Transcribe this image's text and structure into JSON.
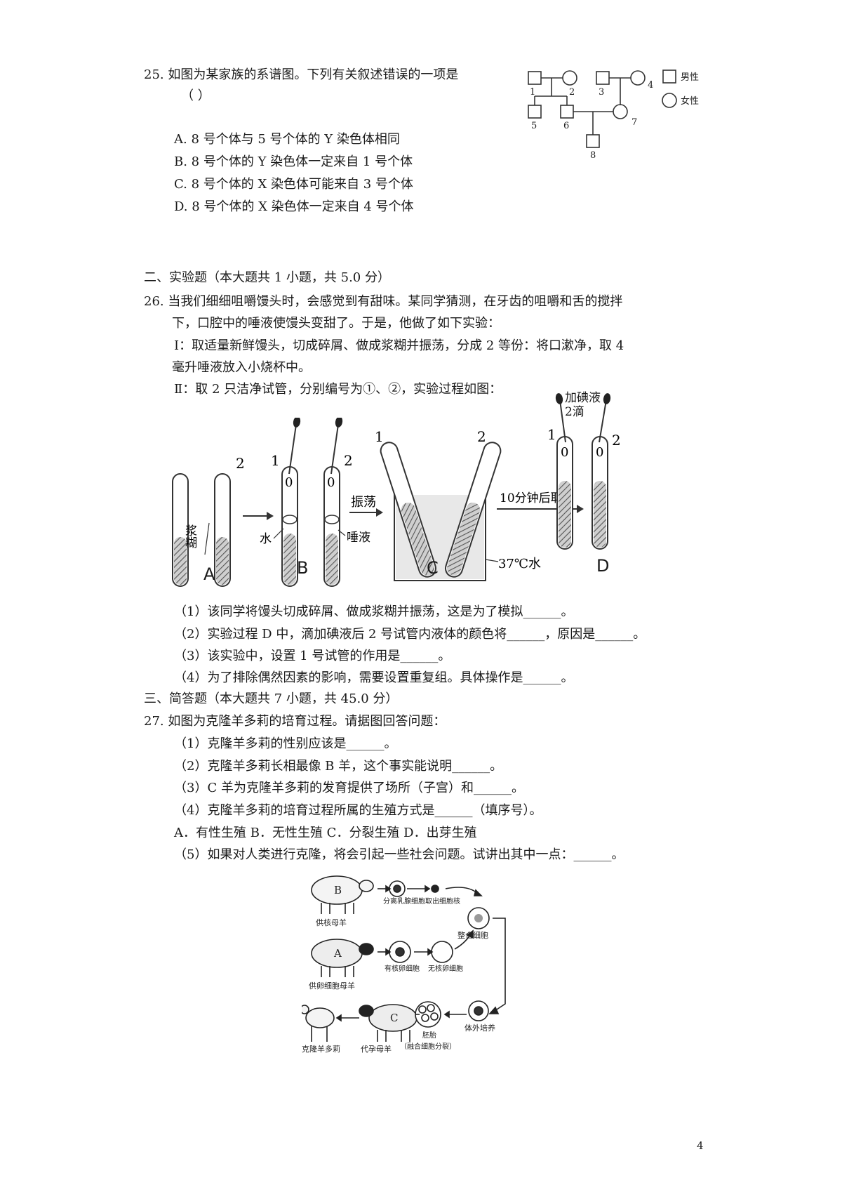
{
  "q25": {
    "stem": "25.  如图为某家族的系谱图。下列有关叙述错误的一项是",
    "paren": "（       ）",
    "options": [
      "A. 8 号个体与 5 号个体的 Y 染色体相同",
      "B. 8 号个体的 Y 染色体一定来自 1 号个体",
      "C. 8 号个体的 X 染色体可能来自 3 号个体",
      "D. 8 号个体的 X 染色体一定来自 4 号个体"
    ],
    "pedigree": {
      "labels": [
        "1",
        "2",
        "3",
        "4",
        "5",
        "6",
        "7",
        "8"
      ],
      "legend_male": "男性",
      "legend_female": "女性"
    }
  },
  "section2": {
    "title": "二、实验题（本大题共 1 小题，共 5.0 分）"
  },
  "q26": {
    "lines": [
      "26.  当我们细细咀嚼馒头时，会感觉到有甜味。某同学猜测，在牙齿的咀嚼和舌的搅拌",
      "下，口腔中的唾液使馒头变甜了。于是，他做了如下实验：",
      "Ⅰ：取适量新鲜馒头，切成碎屑、做成浆糊并振荡，分成 2 等份：将口漱净，取 4",
      "毫升唾液放入小烧杯中。",
      "Ⅱ：取 2 只洁净试管，分别编号为①、②，实验过程如图："
    ],
    "figure": {
      "tube1": "1",
      "tube2": "2",
      "zero": "0",
      "paste": "浆糊",
      "water": "水",
      "saliva": "唾液",
      "shake": "振荡",
      "bath": "37℃水",
      "take_out": "10分钟后取出",
      "iodine": "加碘液2滴",
      "panels": [
        "A",
        "B",
        "C",
        "D"
      ]
    },
    "questions": [
      "（1）该同学将馒头切成碎屑、做成浆糊并振荡，这是为了模拟______。",
      "（2）实验过程 D 中，滴加碘液后 2 号试管内液体的颜色将______，原因是______。",
      "（3）该实验中，设置 1 号试管的作用是______。",
      "（4）为了排除偶然因素的影响，需要设置重复组。具体操作是______。"
    ]
  },
  "section3": {
    "title": "三、简答题（本大题共 7 小题，共 45.0 分）"
  },
  "q27": {
    "stem": "27.  如图为克隆羊多莉的培育过程。请据图回答问题：",
    "questions": [
      "（1）克隆羊多莉的性别应该是______。",
      "（2）克隆羊多莉长相最像 B 羊，这个事实能说明______。",
      "（3）C 羊为克隆羊多莉的发育提供了场所（子宫）和______。",
      "（4）克隆羊多莉的培育过程所属的生殖方式是______（填序号）。"
    ],
    "choices": "A．有性生殖     B．无性生殖     C．分裂生殖     D．出芽生殖",
    "q5": "（5）如果对人类进行克隆，将会引起一些社会问题。试讲出其中一点：______。",
    "figure": {
      "sheep_b": "B",
      "sheep_a": "A",
      "sheep_c": "C",
      "b_row": [
        "供核母羊",
        "分离乳腺细胞",
        "取出细胞核"
      ],
      "fused": "整合细胞",
      "a_row": [
        "供卵细胞母羊",
        "有核卵细胞",
        "无核卵细胞"
      ],
      "culture": "体外培养",
      "embryo": "胚胎",
      "embryo_note": "（融合细胞分裂）",
      "surrogate": "代孕母羊",
      "dolly": "克隆羊多莉"
    }
  },
  "page_number": "4"
}
